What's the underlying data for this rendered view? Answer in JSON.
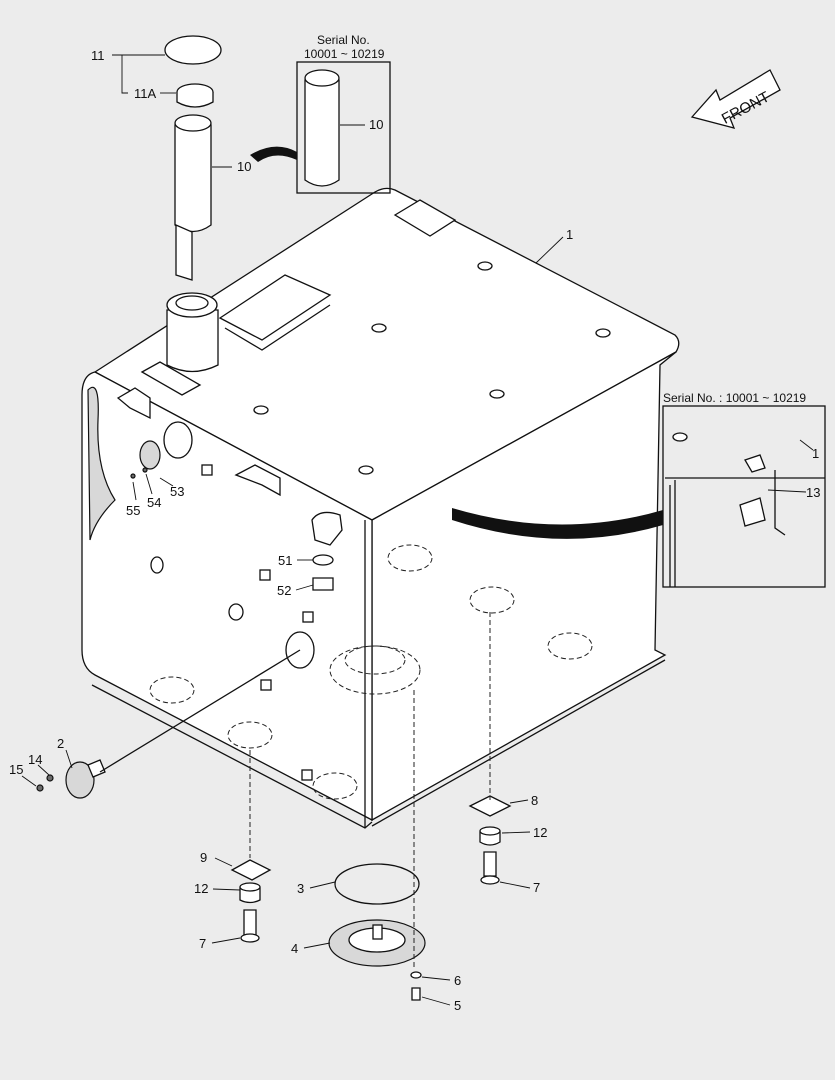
{
  "front_arrow": {
    "label": "FRONT"
  },
  "inset_top": {
    "title_line1": "Serial No.",
    "title_line2": "10001 ~ 10219",
    "part": "10"
  },
  "inset_right": {
    "title": "Serial No. : 10001 ~ 10219",
    "part_a": "1",
    "part_b": "13"
  },
  "callouts": {
    "p11": "11",
    "p11a": "11A",
    "p10": "10",
    "p1": "1",
    "p53": "53",
    "p54": "54",
    "p55": "55",
    "p51": "51",
    "p52": "52",
    "p2": "2",
    "p14": "14",
    "p15": "15",
    "p8": "8",
    "p12a": "12",
    "p7a": "7",
    "p9": "9",
    "p12b": "12",
    "p7b": "7",
    "p3": "3",
    "p4": "4",
    "p6": "6",
    "p5": "5"
  }
}
